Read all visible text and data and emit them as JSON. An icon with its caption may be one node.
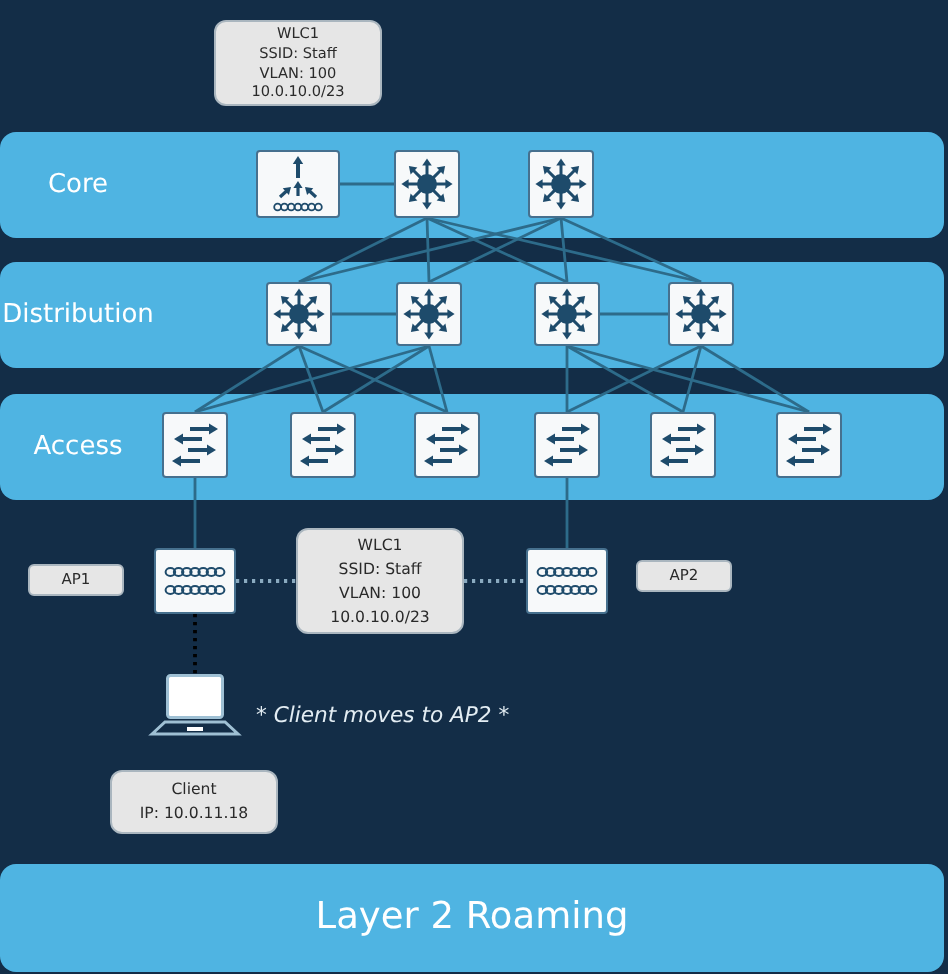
{
  "diagram": {
    "title": "Layer 2 Roaming",
    "nodes": [
      {
        "text": [
          "WLC1",
          "SSID: Staff",
          "VLAN: 100",
          "10.0.10.0/23"
        ]
      },
      {
        "text": [
          "Core"
        ]
      },
      {
        "text": [],
        "shape": "picture",
        "in": 1
      },
      {
        "text": [],
        "shape": "picture",
        "in": 1
      },
      {
        "text": [],
        "shape": "picture",
        "in": 1
      },
      {
        "text": [
          "Distribution"
        ]
      },
      {
        "text": [],
        "shape": "picture",
        "in": 5
      },
      {
        "text": [],
        "shape": "picture",
        "in": 5
      },
      {
        "text": [],
        "shape": "picture",
        "in": 5
      },
      {
        "text": [],
        "shape": "picture",
        "in": 5
      },
      {
        "text": [
          "Access"
        ]
      },
      {
        "text": [],
        "shape": "picture",
        "in": 10
      },
      {
        "text": [],
        "shape": "picture",
        "in": 10
      },
      {
        "text": [],
        "shape": "picture",
        "in": 10
      },
      {
        "text": [],
        "shape": "picture",
        "in": 10
      },
      {
        "text": [],
        "shape": "picture",
        "in": 10
      },
      {
        "text": [],
        "shape": "picture",
        "in": 10
      },
      {
        "text": [
          "AP1"
        ]
      },
      {
        "text": [],
        "shape": "picture"
      },
      {
        "text": [
          "WLC1",
          "SSID: Staff",
          "VLAN: 100",
          "10.0.10.0/23"
        ]
      },
      {
        "text": [],
        "shape": "picture"
      },
      {
        "text": [
          "AP2"
        ]
      },
      {
        "text": [],
        "shape": "picture"
      },
      {
        "text": [
          "Client",
          "IP: 10.0.11.18"
        ]
      }
    ],
    "edges": [
      {
        "from": 2,
        "to": 3,
        "arrow": "none"
      },
      {
        "from": 3,
        "to": 6,
        "arrow": "none"
      },
      {
        "from": 3,
        "to": 7,
        "arrow": "none"
      },
      {
        "from": 3,
        "to": 8,
        "arrow": "none"
      },
      {
        "from": 3,
        "to": 9,
        "arrow": "none"
      },
      {
        "from": 4,
        "to": 6,
        "arrow": "none"
      },
      {
        "from": 4,
        "to": 7,
        "arrow": "none"
      },
      {
        "from": 4,
        "to": 8,
        "arrow": "none"
      },
      {
        "from": 4,
        "to": 9,
        "arrow": "none"
      },
      {
        "from": 6,
        "to": 7,
        "arrow": "none"
      },
      {
        "from": 8,
        "to": 9,
        "arrow": "none"
      },
      {
        "from": 6,
        "to": 11,
        "arrow": "none"
      },
      {
        "from": 6,
        "to": 12,
        "arrow": "none"
      },
      {
        "from": 6,
        "to": 13,
        "arrow": "none"
      },
      {
        "from": 7,
        "to": 11,
        "arrow": "none"
      },
      {
        "from": 7,
        "to": 12,
        "arrow": "none"
      },
      {
        "from": 7,
        "to": 13,
        "arrow": "none"
      },
      {
        "from": 8,
        "to": 14,
        "arrow": "none"
      },
      {
        "from": 8,
        "to": 15,
        "arrow": "none"
      },
      {
        "from": 8,
        "to": 16,
        "arrow": "none"
      },
      {
        "from": 9,
        "to": 14,
        "arrow": "none"
      },
      {
        "from": 9,
        "to": 15,
        "arrow": "none"
      },
      {
        "from": 9,
        "to": 16,
        "arrow": "none"
      },
      {
        "from": 11,
        "to": 18,
        "arrow": "none"
      },
      {
        "from": 14,
        "to": 20,
        "arrow": "none"
      },
      {
        "from": 18,
        "to": 19,
        "arrow": "none",
        "style": "dashed",
        "color": "#8aaac0"
      },
      {
        "from": 19,
        "to": 20,
        "arrow": "none",
        "style": "dashed",
        "color": "#8aaac0"
      },
      {
        "from": 18,
        "to": 22,
        "arrow": "none",
        "style": "dashed",
        "color": "#000000"
      }
    ],
    "labels": [
      "* Client moves to AP2 *"
    ]
  }
}
